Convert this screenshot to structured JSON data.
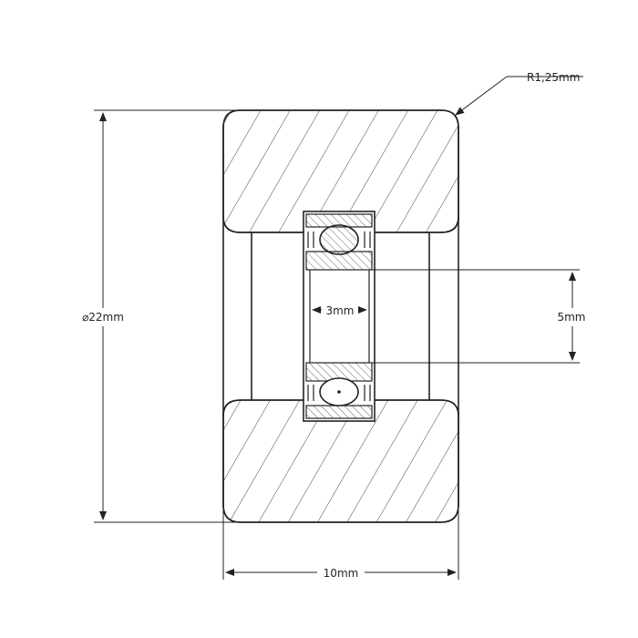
{
  "labels": {
    "radius": "R1,25mm",
    "outer_diameter": "⌀22mm",
    "bore_width": "3mm",
    "bore_diameter": "5mm",
    "width": "10mm"
  },
  "colors": {
    "line": "#222222",
    "hatch": "#333333",
    "background": "#ffffff"
  }
}
